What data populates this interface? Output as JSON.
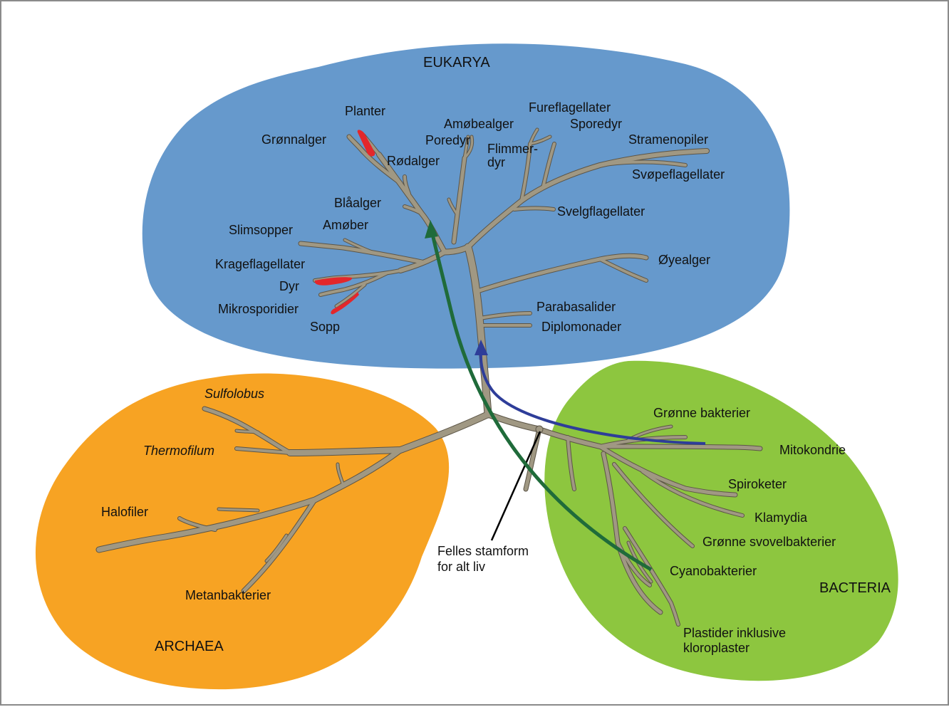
{
  "colors": {
    "eukarya": "#6699cc",
    "archaea": "#f7a323",
    "bacteria": "#8dc63f",
    "branch": "#a09883",
    "branch_outline": "#5c5547",
    "highlight": "#e3272b",
    "plastid_arrow": "#1f6b3a",
    "mitochondria_arrow": "#2e3d99",
    "frame": "#8a8a8a"
  },
  "domains": {
    "eukarya": "EUKARYA",
    "archaea": "ARCHAEA",
    "bacteria": "BACTERIA"
  },
  "eukarya_labels": {
    "planter": "Planter",
    "gronnalger": "Grønnalger",
    "rodalger": "Rødalger",
    "blaalger": "Blåalger",
    "slimsopper": "Slimsopper",
    "amober": "Amøber",
    "krageflagellater": "Krageflagellater",
    "dyr": "Dyr",
    "mikrosporidier": "Mikrosporidier",
    "sopp": "Sopp",
    "amobealger": "Amøbealger",
    "poredyr": "Poredyr",
    "flimmer1": "Flimmer-",
    "flimmer2": "dyr",
    "fureflagellater": "Fureflagellater",
    "sporedyr": "Sporedyr",
    "stramenopiler": "Stramenopiler",
    "svopeflagellater": "Svøpeflagellater",
    "svelgflagellater": "Svelgflagellater",
    "oyealger": "Øyealger",
    "parabasalider": "Parabasalider",
    "diplomonader": "Diplomonader"
  },
  "archaea_labels": {
    "sulfolobus": "Sulfolobus",
    "thermofilum": "Thermofilum",
    "halofiler": "Halofiler",
    "metanbakterier": "Metanbakterier"
  },
  "bacteria_labels": {
    "gronne_bakterier": "Grønne bakterier",
    "mitokondrie": "Mitokondrie",
    "spiroketer": "Spiroketer",
    "klamydia": "Klamydia",
    "gronne_svovelbakterier": "Grønne svovelbakterier",
    "cyanobakterier": "Cyanobakterier",
    "plastider1": "Plastider inklusive",
    "plastider2": "kloroplaster"
  },
  "root_label": {
    "line1": "Felles stamform",
    "line2": "for alt liv"
  }
}
